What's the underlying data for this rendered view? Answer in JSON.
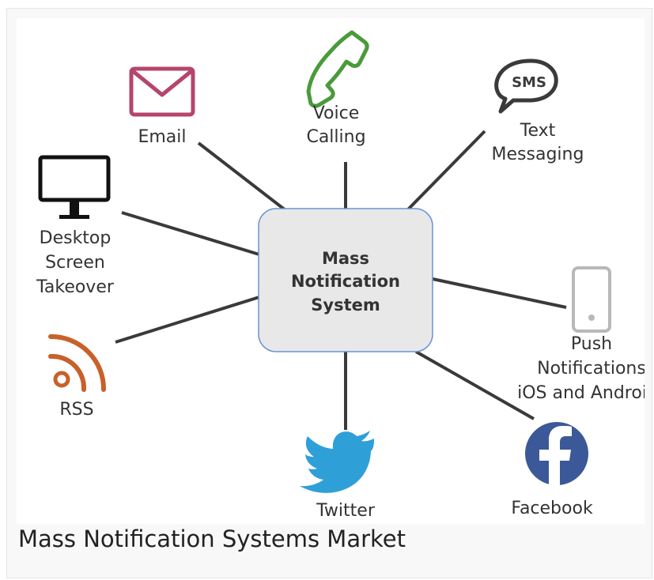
{
  "diagram": {
    "center": {
      "lines": [
        "Mass",
        "Notification",
        "System"
      ]
    },
    "channels": {
      "email": {
        "lines": [
          "Email"
        ],
        "icon": "envelope-icon",
        "color": "#b5466b"
      },
      "voice": {
        "lines": [
          "Voice",
          "Calling"
        ],
        "icon": "phone-icon",
        "color": "#4a9a3a"
      },
      "sms": {
        "lines": [
          "Text",
          "Messaging"
        ],
        "icon": "sms-bubble-icon",
        "color": "#3a3a3a",
        "icon_text": "SMS"
      },
      "desktop": {
        "lines": [
          "Desktop",
          "Screen",
          "Takeover"
        ],
        "icon": "monitor-icon",
        "color": "#111111"
      },
      "push": {
        "lines": [
          "Push",
          "Notifications",
          "iOS and Android"
        ],
        "icon": "smartphone-icon",
        "color": "#b8b8b8"
      },
      "rss": {
        "lines": [
          "RSS"
        ],
        "icon": "rss-icon",
        "color": "#c9602a"
      },
      "twitter": {
        "lines": [
          "Twitter"
        ],
        "icon": "twitter-bird-icon",
        "color": "#2f9fd8"
      },
      "facebook": {
        "lines": [
          "Facebook"
        ],
        "icon": "facebook-icon",
        "color": "#3b5998"
      }
    }
  },
  "caption": "Mass Notification Systems Market"
}
